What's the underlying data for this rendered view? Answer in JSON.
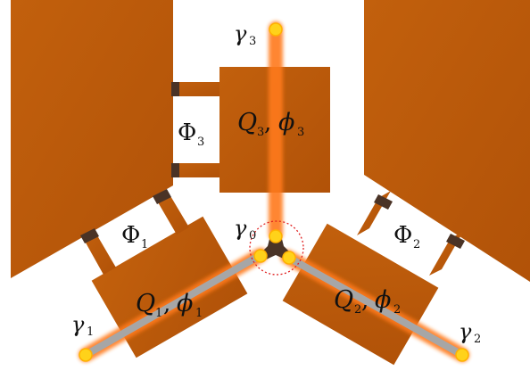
{
  "labels": {
    "Q1": "Q",
    "Q1_sub": "1",
    "Q1_sep": ",",
    "phi1": "ϕ",
    "phi1_sub": "1",
    "Q2": "Q",
    "Q2_sub": "2",
    "Q2_sep": ",",
    "phi2": "ϕ",
    "phi2_sub": "2",
    "Q3": "Q",
    "Q3_sub": "3",
    "Q3_sep": ",",
    "phi3": "ϕ",
    "phi3_sub": "3",
    "Phi1": "Φ",
    "Phi1_sub": "1",
    "Phi2": "Φ",
    "Phi2_sub": "2",
    "Phi3": "Φ",
    "Phi3_sub": "3",
    "gamma0": "γ",
    "gamma0_sub": "0",
    "gamma1": "γ",
    "gamma1_sub": "1",
    "gamma2": "γ",
    "gamma2_sub": "2",
    "gamma3": "γ",
    "gamma3_sub": "3"
  },
  "colors": {
    "superconductor": "#b8570b",
    "superconductor_light": "#c86412",
    "junction": "#4a3326",
    "wire": "#a6a6a6",
    "wire_glow": "#ff7a1a",
    "majorana": "#ffd21a",
    "junction_circle": "#e02020"
  }
}
